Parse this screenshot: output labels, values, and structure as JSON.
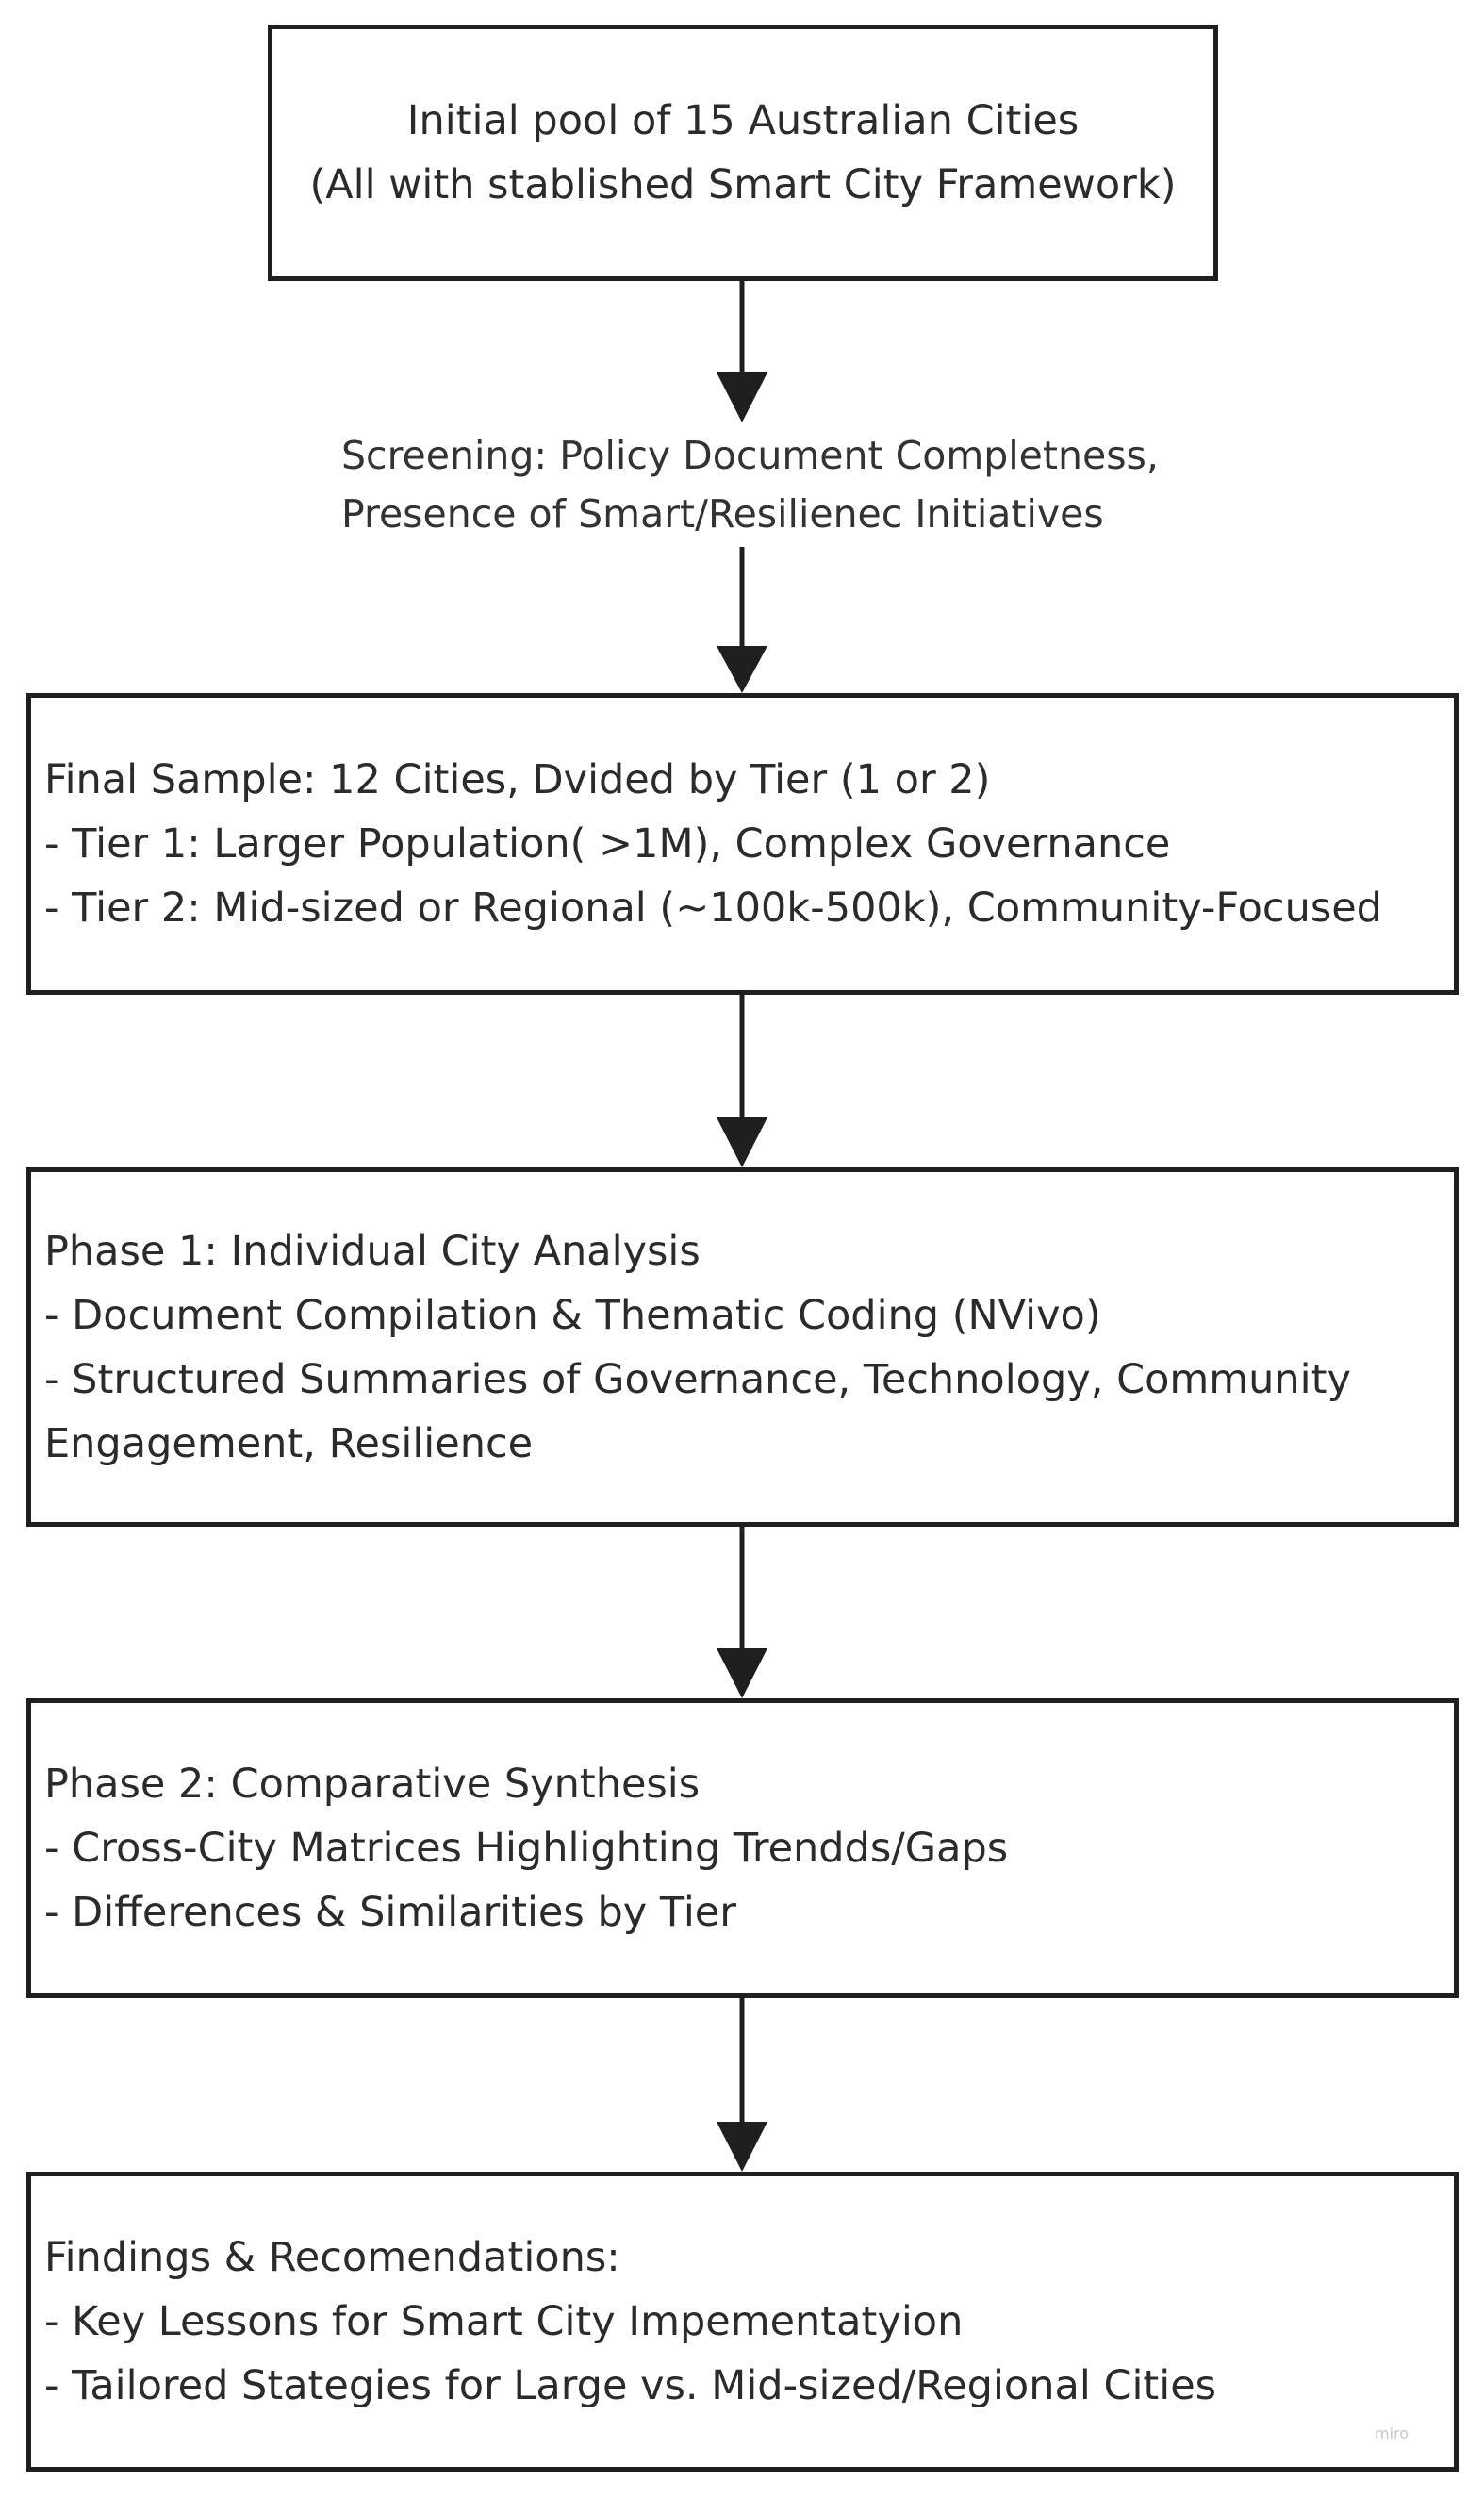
{
  "diagram": {
    "start": {
      "lines": [
        "Initial pool of 15 Australian Cities",
        "(All with stablished Smart City Framework)"
      ]
    },
    "screening": {
      "lines": [
        "Screening: Policy Document Completness,",
        "Presence of Smart/Resilienec Initiatives"
      ]
    },
    "final_sample": {
      "lines": [
        "Final Sample: 12 Cities, Dvided by Tier (1 or 2)",
        "- Tier 1: Larger Population( >1M), Complex Governance",
        "- Tier 2: Mid-sized or Regional (~100k-500k), Community-Focused"
      ]
    },
    "phase1": {
      "lines": [
        "Phase 1: Individual City Analysis",
        "- Document Compilation & Thematic Coding (NVivo)",
        "- Structured Summaries of Governance, Technology, Community",
        "Engagement, Resilience"
      ]
    },
    "phase2": {
      "lines": [
        "Phase 2: Comparative Synthesis",
        "- Cross-City Matrices Highlighting Trendds/Gaps",
        "- Differences & Similarities by Tier"
      ]
    },
    "findings": {
      "lines": [
        "Findings & Recomendations:",
        "- Key Lessons for Smart City Impementatyion",
        "- Tailored Stategies for Large vs. Mid-sized/Regional Cities"
      ]
    },
    "watermark": "miro",
    "colors": {
      "stroke": "#1f1f1f",
      "text": "#2b2b2b",
      "background": "#ffffff"
    }
  }
}
